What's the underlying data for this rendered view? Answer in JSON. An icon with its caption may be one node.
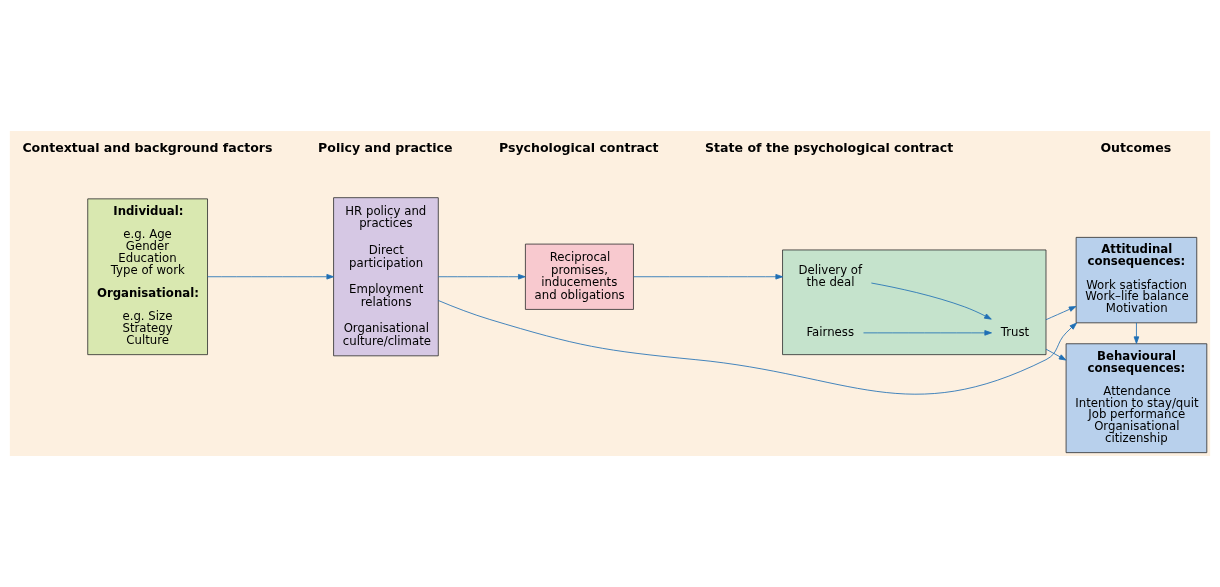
{
  "diagram": {
    "nodes": [
      {
        "text": [
          "Individual:",
          "e.g. Age Gender Education Type of work",
          "Organisational:",
          "e.g. Size Strategy Culture"
        ]
      },
      {
        "text": [
          "HR policy and practices",
          "Direct participation",
          "Employment relations",
          "Organisational culture/climate"
        ]
      },
      {
        "text": [
          "Reciprocal promises, inducements and obligations"
        ]
      },
      {
        "text": [],
        "shape": "box"
      },
      {
        "text": [
          "Delivery of the deal"
        ],
        "in": 3
      },
      {
        "text": [
          "Fairness"
        ],
        "in": 3
      },
      {
        "text": [
          "Trust"
        ],
        "in": 3
      },
      {
        "text": [
          "Attitudinal consequences:",
          "Work satisfaction Work–life balance Motivation"
        ]
      },
      {
        "text": [
          "Behavioural consequences:",
          "Attendance Intention to stay/quit Job performance Organisational citizenship"
        ]
      }
    ],
    "edges": [
      {
        "from": 0,
        "to": 1,
        "arrow": "to"
      },
      {
        "from": 1,
        "to": 2,
        "arrow": "to"
      },
      {
        "from": 2,
        "to": 3,
        "arrow": "to"
      },
      {
        "from": 4,
        "to": 6,
        "arrow": "to"
      },
      {
        "from": 5,
        "to": 6,
        "arrow": "to"
      },
      {
        "from": 3,
        "to": 7,
        "arrow": "to"
      },
      {
        "from": 3,
        "to": 8,
        "arrow": "to"
      },
      {
        "from": 1,
        "to": 7,
        "arrow": "to"
      },
      {
        "from": 7,
        "to": 8,
        "arrow": "to"
      }
    ],
    "labels": [
      "Contextual and background factors",
      "Policy and practice",
      "Psychological contract",
      "State of the psychological contract",
      "Outcomes"
    ]
  }
}
